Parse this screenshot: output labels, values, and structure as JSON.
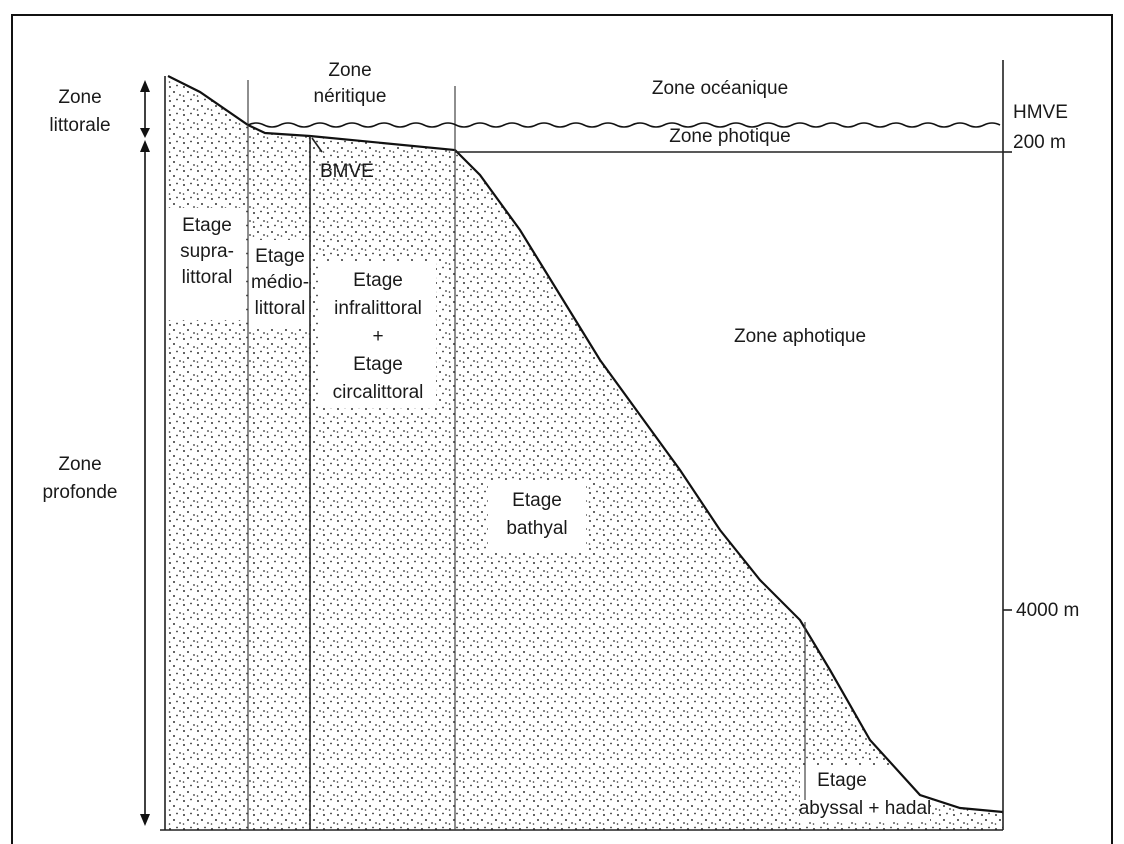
{
  "zones_top": {
    "neritic": [
      "Zone",
      "néritique"
    ],
    "oceanic": "Zone océanique",
    "photic": "Zone photique"
  },
  "zones_left": {
    "littoral": [
      "Zone",
      "littorale"
    ],
    "profonde": [
      "Zone",
      "profonde"
    ]
  },
  "depth_markers": {
    "hmve": "HMVE",
    "depth_200": "200 m",
    "depth_4000": "4000 m"
  },
  "bmve": "BMVE",
  "etages": {
    "supralittoral": [
      "Etage",
      "supra-",
      "littoral"
    ],
    "mediolittoral": [
      "Etage",
      "médio-",
      "littoral"
    ],
    "infra_circa": [
      "Etage",
      "infralittoral",
      "+",
      "Etage",
      "circalittoral"
    ],
    "bathyal": [
      "Etage",
      "bathyal"
    ],
    "abyssal": [
      "Etage",
      "abyssal + hadal"
    ]
  },
  "aphotic": "Zone aphotique"
}
